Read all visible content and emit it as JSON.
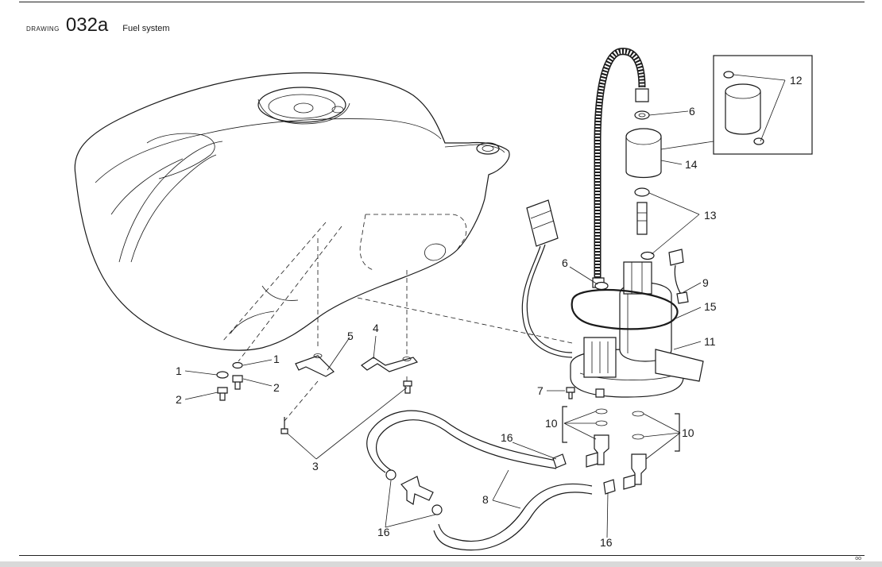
{
  "header": {
    "label": "DRAWING",
    "code": "032a",
    "title": "Fuel system"
  },
  "page_marker": "oo",
  "callouts": {
    "c1a": "1",
    "c1b": "1",
    "c2a": "2",
    "c2b": "2",
    "c3": "3",
    "c4": "4",
    "c5": "5",
    "c6a": "6",
    "c6b": "6",
    "c7": "7",
    "c8": "8",
    "c9": "9",
    "c10a": "10",
    "c10b": "10",
    "c11": "11",
    "c12": "12",
    "c13": "13",
    "c14": "14",
    "c15": "15",
    "c16a": "16",
    "c16b": "16",
    "c16c": "16"
  }
}
